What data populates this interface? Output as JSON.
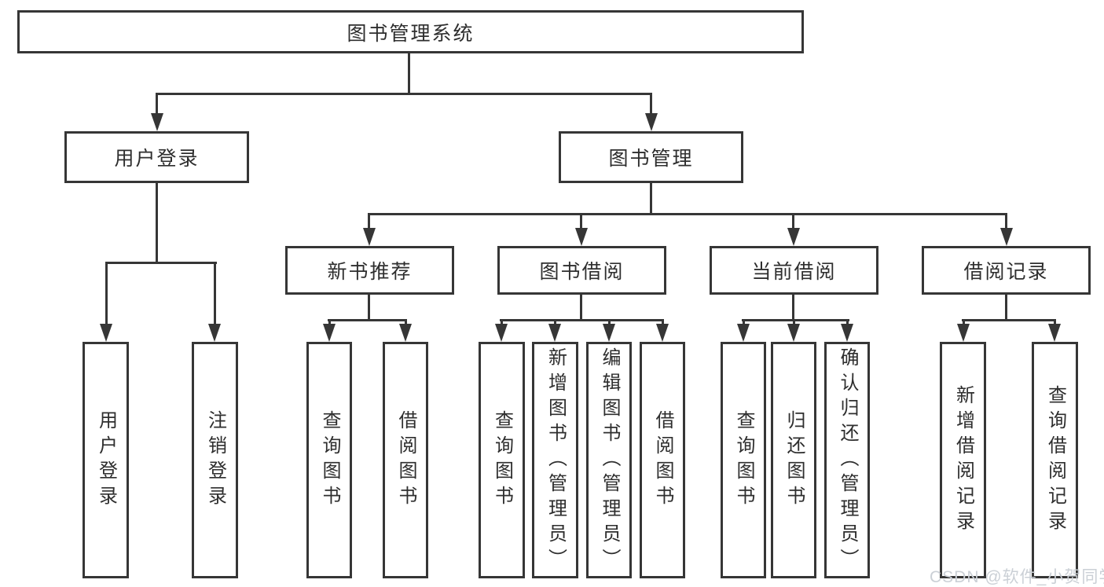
{
  "diagram_title": "图书管理系统",
  "nodes": {
    "root": {
      "label": "图书管理系统"
    },
    "level2": [
      {
        "label": "用户登录"
      },
      {
        "label": "图书管理"
      }
    ],
    "level3": [
      {
        "label": "新书推荐"
      },
      {
        "label": "图书借阅"
      },
      {
        "label": "当前借阅"
      },
      {
        "label": "借阅记录"
      }
    ],
    "leaves": [
      {
        "label": "用户登录"
      },
      {
        "label": "注销登录"
      },
      {
        "label": "查询图书"
      },
      {
        "label": "借阅图书"
      },
      {
        "label": "查询图书"
      },
      {
        "label": "新增图书（管理员）"
      },
      {
        "label": "编辑图书（管理员）"
      },
      {
        "label": "借阅图书"
      },
      {
        "label": "查询图书"
      },
      {
        "label": "归还图书"
      },
      {
        "label": "确认归还（管理员）"
      },
      {
        "label": "新增借阅记录"
      },
      {
        "label": "查询借阅记录"
      }
    ]
  },
  "watermark": {
    "text": "CSDN @软件_小贺同学"
  },
  "colors": {
    "line": "#363636",
    "text": "#2e2e2e",
    "background": "#ffffff",
    "watermark": "#cbd0d6"
  }
}
